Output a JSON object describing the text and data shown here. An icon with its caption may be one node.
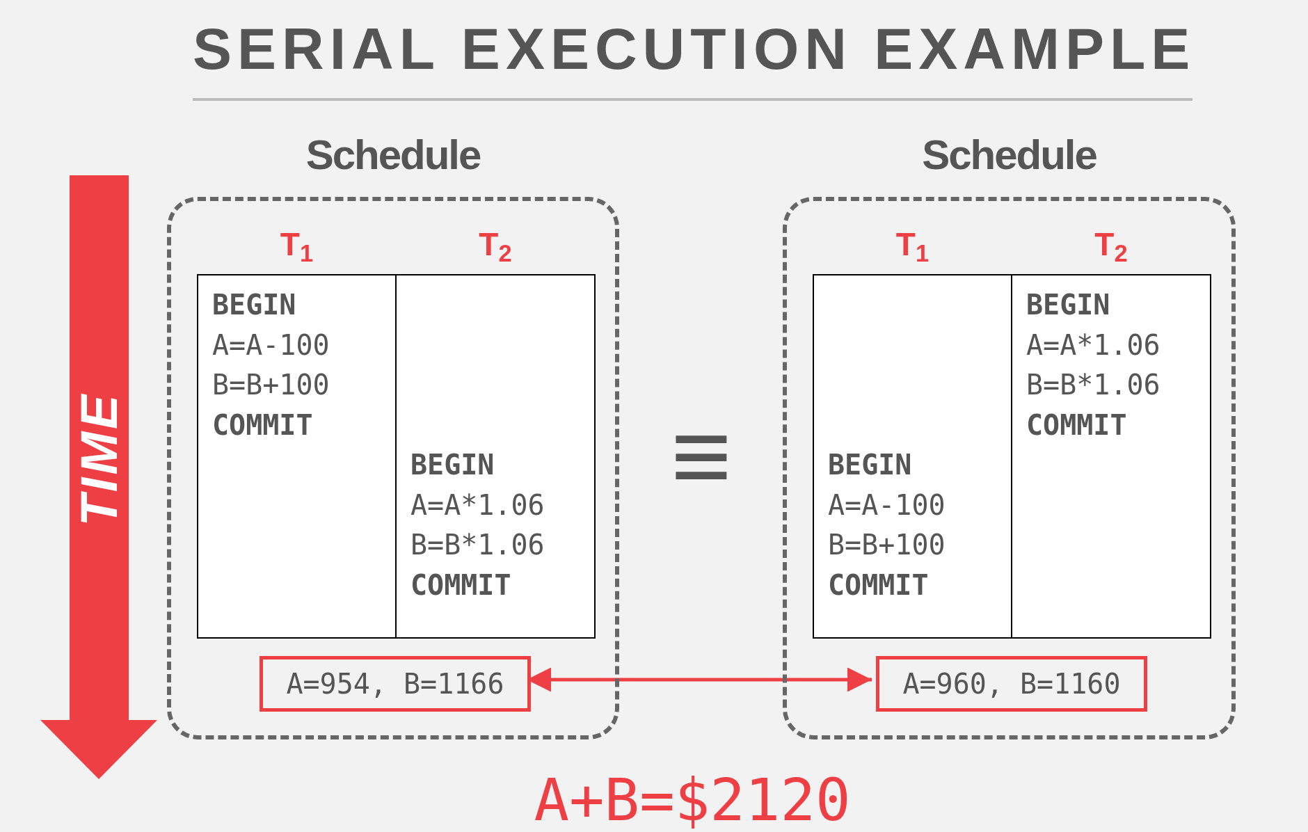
{
  "diagram": {
    "title": "SERIAL EXECUTION EXAMPLE",
    "nodes": [
      {
        "text": [
          "Schedule"
        ]
      },
      {
        "text": [
          "T$_{1}$",
          "BEGIN",
          "A=A-100",
          "B=B+100",
          "COMMIT"
        ],
        "in": 0
      },
      {
        "text": [
          "T$_{2}$",
          "BEGIN",
          "A=A*1.06",
          "B=B*1.06",
          "COMMIT"
        ],
        "in": 0
      },
      {
        "text": [
          "A=954, B=1166"
        ],
        "in": 0
      },
      {
        "text": [
          "Schedule"
        ]
      },
      {
        "text": [
          "T$_{1}$",
          "BEGIN",
          "A=A-100",
          "B=B+100",
          "COMMIT"
        ],
        "in": 4
      },
      {
        "text": [
          "T$_{2}$",
          "BEGIN",
          "A=A*1.06",
          "B=B*1.06",
          "COMMIT"
        ],
        "in": 4
      },
      {
        "text": [
          "A=960, B=1160"
        ],
        "in": 4
      }
    ],
    "edges": [
      {
        "from": 3,
        "to": 7,
        "arrow": "both",
        "color": "#ee3f45"
      }
    ],
    "labels": [
      "TIME",
      "≡",
      "A+B=$2120"
    ]
  }
}
